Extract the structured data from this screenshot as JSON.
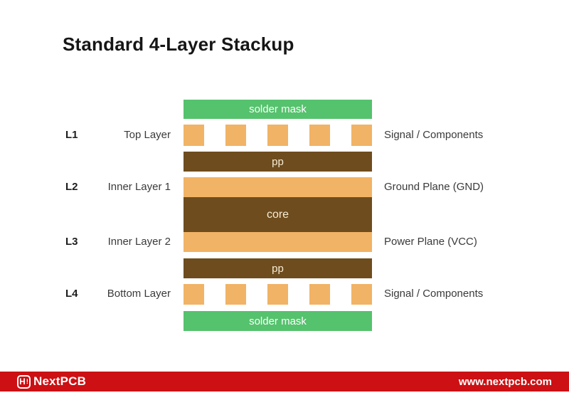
{
  "title": "Standard 4-Layer Stackup",
  "colors": {
    "solder_mask_green": "#55c26d",
    "copper_orange": "#f1b365",
    "substrate_brown": "#6e4c1e",
    "footer_red": "#cc1013",
    "bar_text_cream": "#f6ecd4",
    "label_gray": "#3a3a3a"
  },
  "stackup": {
    "solder_mask_top_label": "solder mask",
    "pp_top_label": "pp",
    "core_label": "core",
    "pp_bottom_label": "pp",
    "solder_mask_bottom_label": "solder mask"
  },
  "layers": [
    {
      "id": "L1",
      "name": "Top Layer",
      "description": "Signal / Components"
    },
    {
      "id": "L2",
      "name": "Inner Layer 1",
      "description": "Ground Plane (GND)"
    },
    {
      "id": "L3",
      "name": "Inner Layer 2",
      "description": "Power Plane (VCC)"
    },
    {
      "id": "L4",
      "name": "Bottom Layer",
      "description": "Signal / Components"
    }
  ],
  "footer": {
    "logo_glyph": "H",
    "logo_mark": "!",
    "brand": "NextPCB",
    "url": "www.nextpcb.com"
  }
}
